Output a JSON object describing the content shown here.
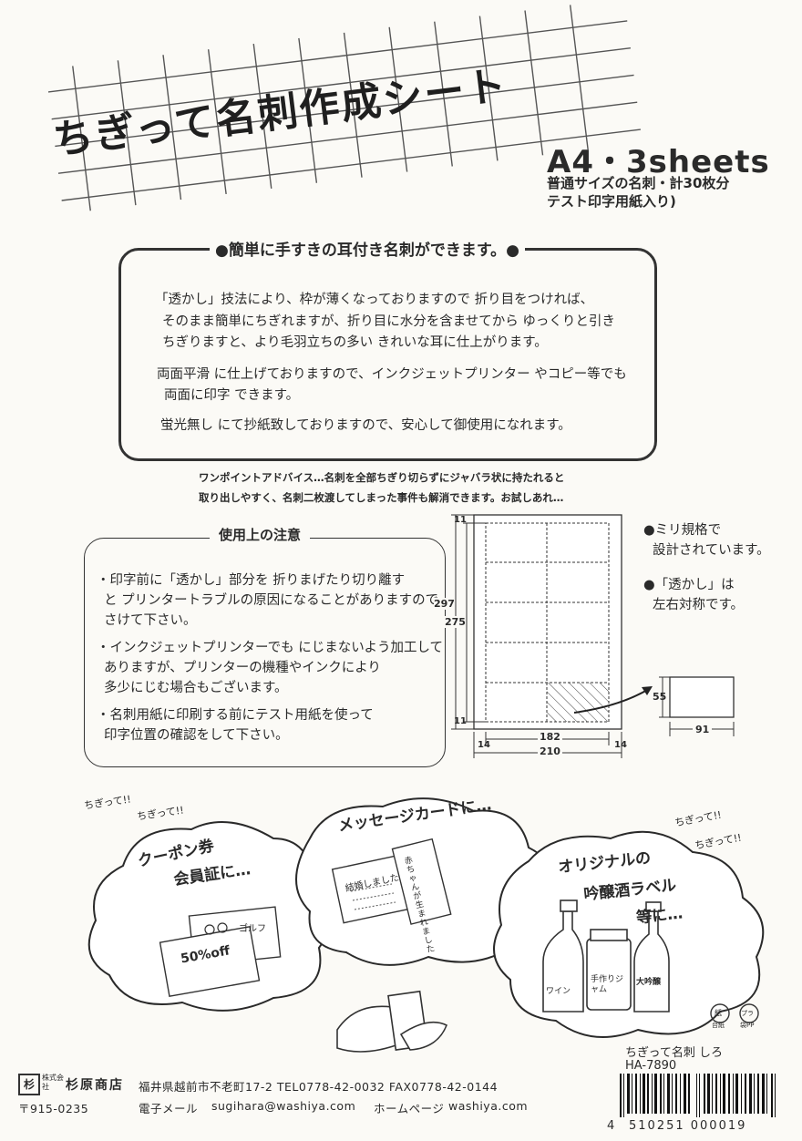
{
  "header": {
    "title": "ちぎって名刺作成シート",
    "spec_main": "A4・3sheets",
    "spec_line1": "普通サイズの名刺・計30枚分",
    "spec_line2": "テスト印字用紙入り)"
  },
  "features": {
    "heading": "●簡単に手すきの耳付き名刺ができます。●",
    "lines": [
      "「透かし」技法により、枠が薄くなっておりますので 折り目をつければ、",
      "そのまま簡単にちぎれますが、折り目に水分を含ませてから ゆっくりと引き",
      "ちぎりますと、より毛羽立ちの多い きれいな耳に仕上がります。",
      "両面平滑 に仕上げておりますので、インクジェットプリンター やコピー等でも",
      "両面に印字 できます。",
      "蛍光無し にて抄紙致しておりますので、安心して御使用になれます。"
    ]
  },
  "tip": {
    "line1": "ワンポイントアドバイス…名刺を全部ちぎり切らずにジャバラ状に持たれると",
    "line2": "取り出しやすく、名刺二枚渡してしまった事件も解消できます。お試しあれ…"
  },
  "caution": {
    "heading": "使用上の注意",
    "lines": [
      "・印字前に「透かし」部分を 折りまげたり切り離す",
      "と プリンタートラブルの原因になることがありますので",
      "さけて下さい。",
      "・インクジェットプリンターでも にじまないよう加工して",
      "ありますが、プリンターの機種やインクにより",
      "多少にじむ場合もございます。",
      "・名刺用紙に印刷する前にテスト用紙を使って",
      "印字位置の確認をして下さい。"
    ]
  },
  "diagram": {
    "dim_top": "11",
    "dim_bottom": "11",
    "dim_outer_h": "297",
    "dim_inner_h": "275",
    "dim_inner_w": "182",
    "dim_outer_w": "210",
    "dim_left": "14",
    "dim_right": "14",
    "card_h": "55",
    "card_w": "91",
    "note1_line1": "●ミリ規格で",
    "note1_line2": "設計されています。",
    "note2_line1": "●「透かし」は",
    "note2_line2": "左右対称です。"
  },
  "illustration": {
    "chigitte1": "ちぎって!!",
    "chigitte2": "ちぎって!!",
    "chigitte3": "ちぎって!!",
    "chigitte4": "ちぎって!!",
    "coupon": "クーポン券",
    "member": "会員証に…",
    "message": "メッセージカードに…",
    "original": "オリジナルの",
    "label": "吟醸酒ラベル",
    "etc": "等に…",
    "golf": "ゴルフ",
    "off": "50%off",
    "wedding": "結婚しました",
    "baby": "赤ちゃんが生まれました",
    "wine": "ワイン",
    "jam": "手作りジャム",
    "ginjo": "大吟醸",
    "recycle1": "紙",
    "recycle1_label": "台紙",
    "recycle2": "プラ",
    "recycle2_label": "袋PP"
  },
  "product": {
    "name": "ちぎって名刺 しろ",
    "code": "HA-7890"
  },
  "footer": {
    "company": "杉原商店",
    "company_prefix": "株式会社",
    "address": "福井県越前市不老町17-2 TEL0778-42-0032 FAX0778-42-0144",
    "postal": "〒915-0235",
    "email_label": "電子メール",
    "email": "sugihara@washiya.com",
    "web_label": "ホームページ",
    "web": "washiya.com"
  },
  "barcode": {
    "lead": "4",
    "digits": "510251 000019"
  }
}
